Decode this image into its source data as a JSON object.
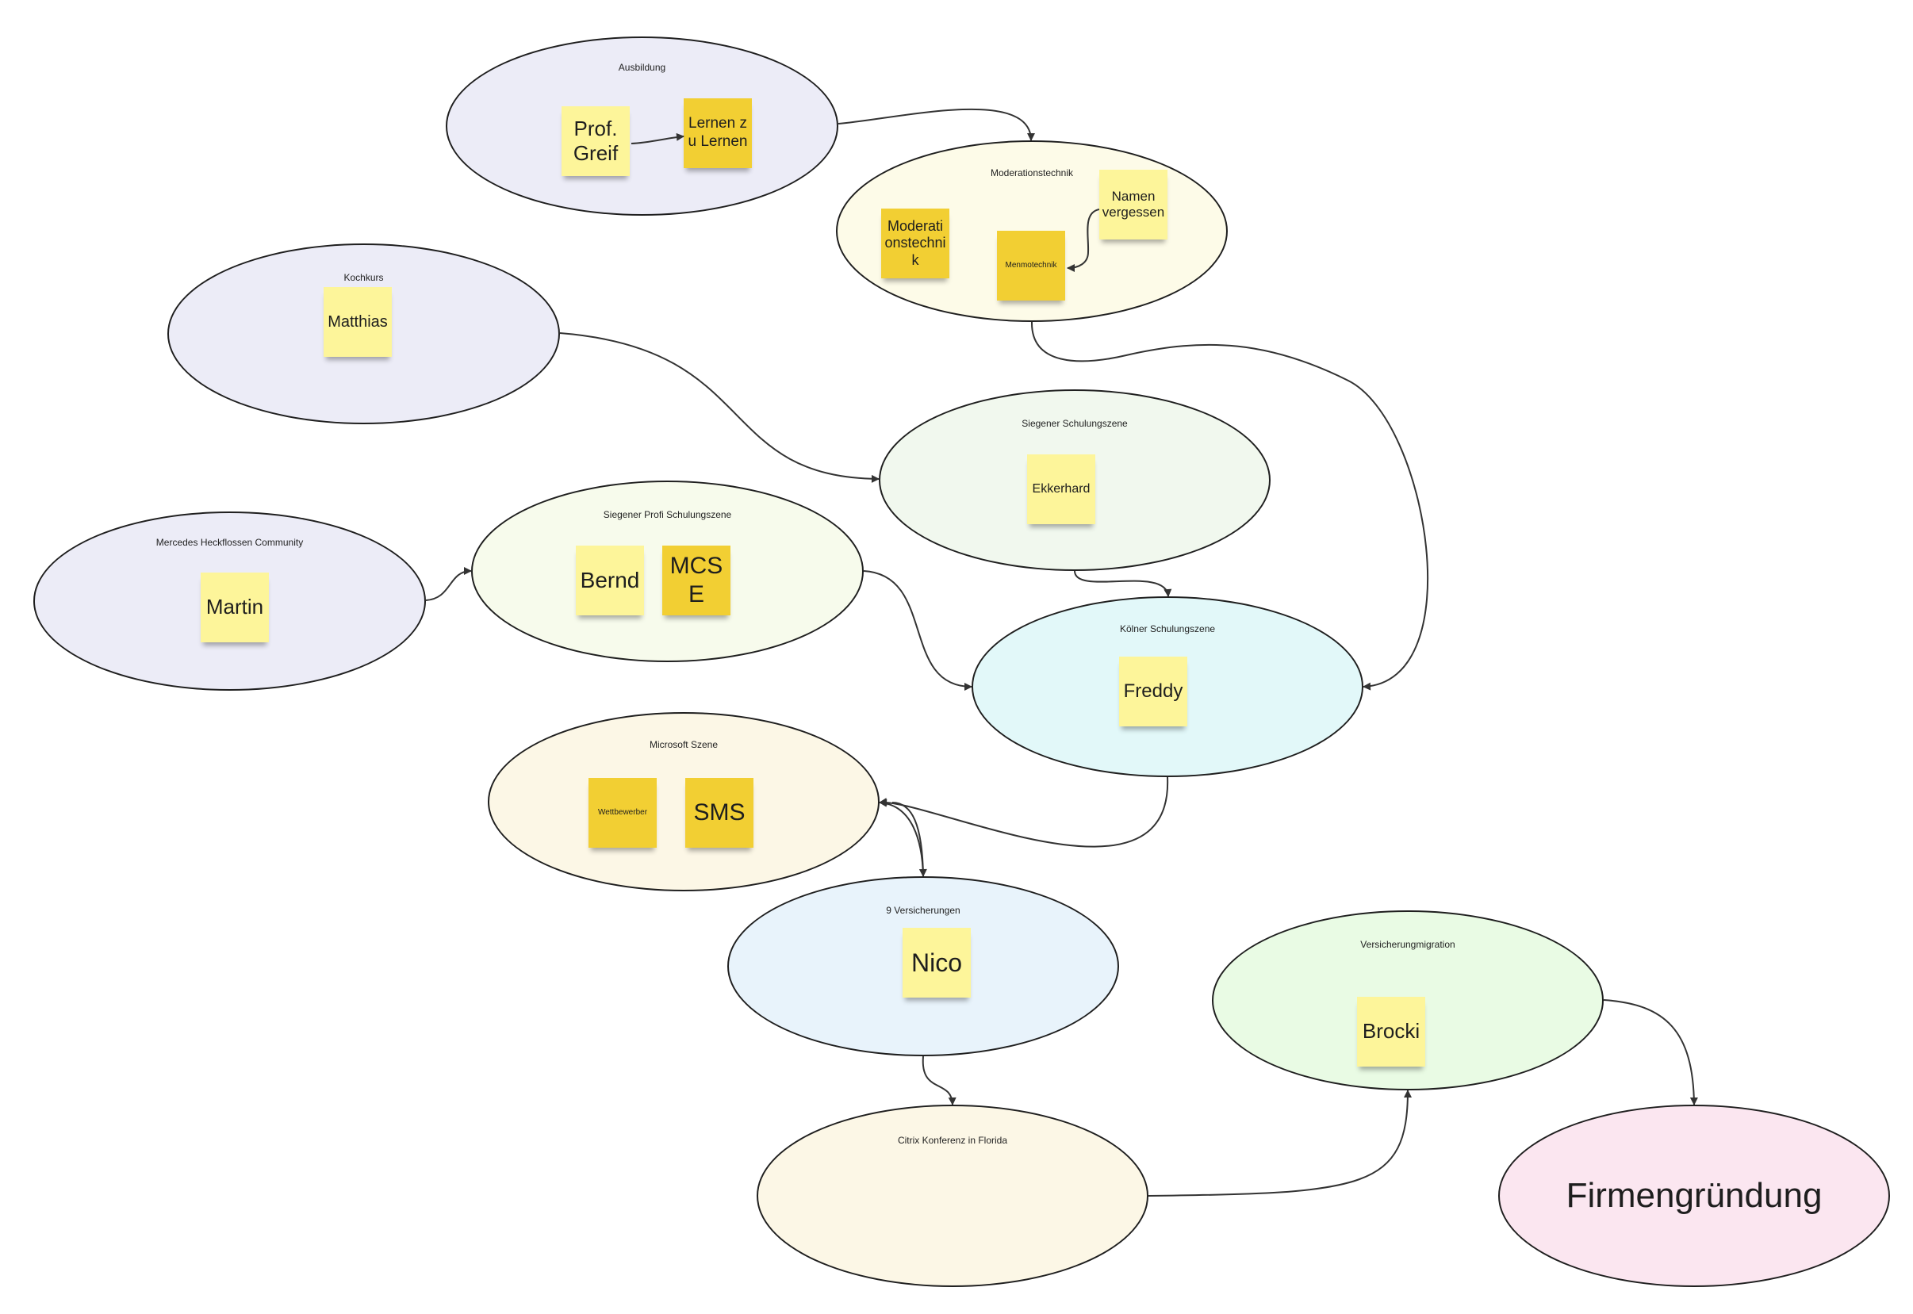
{
  "colors": {
    "lavender": "#ececf7",
    "cream": "#fdfbe8",
    "mint": "#f1f8ee",
    "lime_cream": "#f7fbec",
    "cyan_light": "#e2f8f9",
    "wheat": "#fcf7e6",
    "blue_light": "#e8f3fb",
    "green_light": "#e9fbe4",
    "pink_light": "#fbe6f0",
    "sticky_light": "#fdf59a",
    "sticky_dark": "#f2cf33",
    "line": "#333333"
  },
  "groups": {
    "ausbildung": "Ausbildung",
    "moderationstechnik": "Moderationstechnik",
    "kochkurs": "Kochkurs",
    "siegener_schulungszene": "Siegener Schulungszene",
    "mercedes": "Mercedes Heckflossen Community",
    "siegener_profi": "Siegener Profi Schulungszene",
    "koelner": "Kölner Schulungszene",
    "microsoft": "Microsoft Szene",
    "versicherungen": "9 Versicherungen",
    "versicherungsmigration": "Versicherungmigration",
    "citrix": "Citrix Konferenz in Florida",
    "firmengruendung": "Firmengründung"
  },
  "notes": {
    "prof_greif": "Prof. Greif",
    "lernen_zu_lernen": "Lernen zu Lernen",
    "moderationstechnik": "Moderationstechnik",
    "namen_vergessen": "Namen vergessen",
    "menmotechnik": "Menmotechnik",
    "matthias": "Matthias",
    "ekkerhard": "Ekkerhard",
    "martin": "Martin",
    "bernd": "Bernd",
    "mcse": "MCSE",
    "freddy": "Freddy",
    "wettbewerber": "Wettbewerber",
    "sms": "SMS",
    "nico": "Nico",
    "brocki": "Brocki"
  }
}
